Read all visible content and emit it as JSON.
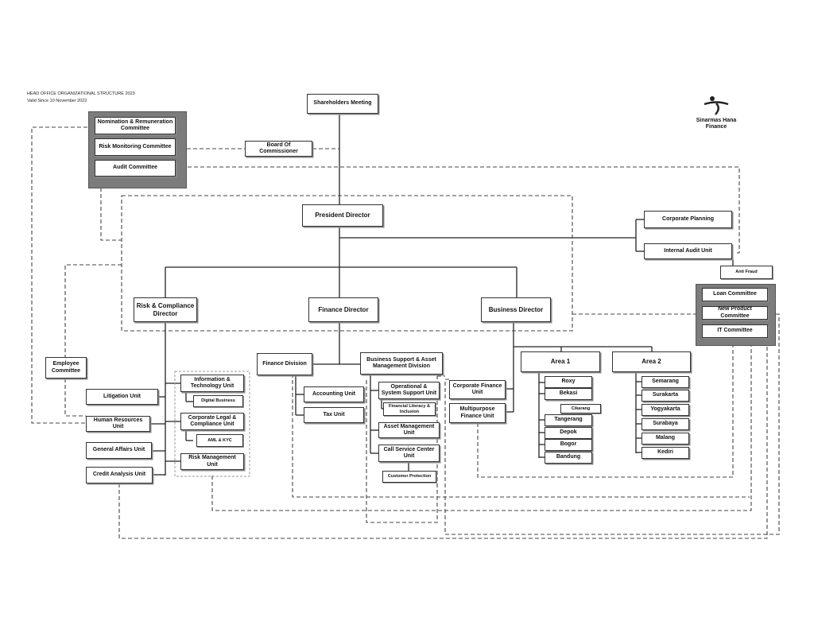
{
  "header": {
    "title": "HEAD OFFICE ORGANIZATIONAL STRUCTURE 2023",
    "valid": "Valid Since 10 November 2022"
  },
  "logo": {
    "line1": "Sinarmas Hana",
    "line2": "Finance"
  },
  "top": {
    "shareholders": "Shareholders Meeting",
    "board": "Board Of Commissioner",
    "committees": [
      "Nomination & Remuneration Committee",
      "Risk Monitoring Committee",
      "Audit Committee"
    ]
  },
  "directors": {
    "president": "President Director",
    "risk": "Risk & Compliance Director",
    "finance": "Finance Director",
    "business": "Business Director"
  },
  "staff": {
    "corporate_planning": "Corporate Planning",
    "internal_audit": "Internal Audit Unit",
    "anti_fraud": "Anti Fraud"
  },
  "committees_right": [
    "Loan Committee",
    "New Product Committee",
    "IT Committee"
  ],
  "risk_units": {
    "employee_committee": "Employee Committee",
    "litigation": "Litigation Unit",
    "hr": "Human Resources Unit",
    "general_affairs": "General Affairs Unit",
    "credit_analysis": "Credit Analysis Unit",
    "it_unit": "Information & Technology Unit",
    "digital_business": "Digital Business",
    "legal": "Corporate Legal & Compliance Unit",
    "aml": "AML & KYC",
    "risk_mgmt": "Risk Management Unit"
  },
  "finance_units": {
    "division": "Finance Division",
    "accounting": "Accounting Unit",
    "tax": "Tax Unit",
    "bsam": "Business Support & Asset Management Division",
    "operational": "Operational & System Support Unit",
    "financial_literacy": "Financial Literacy & Inclusion",
    "asset_mgmt": "Asset Management Unit",
    "call_service": "Call Service Center Unit",
    "customer_protection": "Customer Protection"
  },
  "business_units": {
    "corporate_finance": "Corporate Finance Unit",
    "multipurpose": "Multipurpose Finance Unit",
    "area1": "Area 1",
    "area2": "Area 2",
    "area1_branches": [
      "Roxy",
      "Bekasi",
      "Tangerang",
      "Depok",
      "Bogor",
      "Bandung"
    ],
    "cikarang": "Cikarang",
    "area2_branches": [
      "Semarang",
      "Surakarta",
      "Yogyakarta",
      "Surabaya",
      "Malang",
      "Kediri"
    ]
  }
}
